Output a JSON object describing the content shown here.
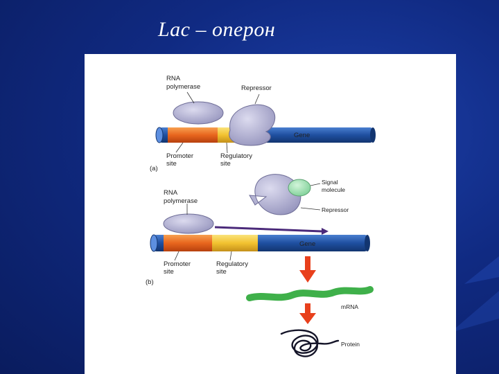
{
  "slide": {
    "title": "Lac – оперон"
  },
  "figure": {
    "panel_a": {
      "tag": "(a)",
      "rna_polymerase": [
        "RNA",
        "polymerase"
      ],
      "repressor": "Repressor",
      "gene": "Gene",
      "promoter_site": [
        "Promoter",
        "site"
      ],
      "regulatory_site": [
        "Regulatory",
        "site"
      ]
    },
    "panel_b": {
      "tag": "(b)",
      "rna_polymerase": [
        "RNA",
        "polymerase"
      ],
      "signal_molecule": [
        "Signal",
        "molecule"
      ],
      "repressor": "Repressor",
      "gene": "Gene",
      "promoter_site": [
        "Promoter",
        "site"
      ],
      "regulatory_site": [
        "Regulatory",
        "site"
      ],
      "mrna": "mRNA",
      "protein": "Protein"
    },
    "colors": {
      "dna": "#1f4fa0",
      "promoter": "#e8661e",
      "regulatory": "#f2c230",
      "polymerase": "#b9b8d6",
      "repressor": "#b3b2cf",
      "signal_molecule": "#9fe0b0",
      "mrna": "#3fb04a",
      "arrow": "#e8401c"
    }
  }
}
